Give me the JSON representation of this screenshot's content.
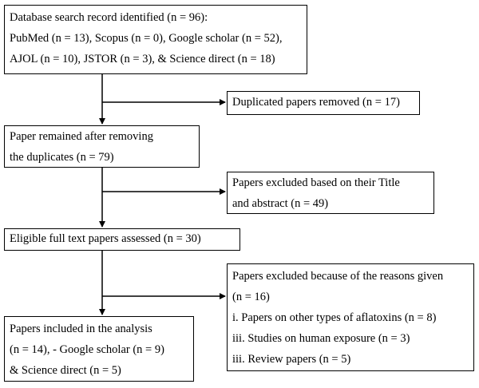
{
  "flowchart": {
    "search_box": {
      "lines": [
        "Database search record identified (n = 96):",
        "PubMed (n = 13), Scopus (n = 0), Google scholar (n = 52),",
        "AJOL (n = 10), JSTOR (n = 3), & Science direct (n = 18)"
      ]
    },
    "duplicates_box": {
      "lines": [
        "Duplicated papers removed (n = 17)"
      ]
    },
    "remained_box": {
      "lines": [
        "Paper remained after removing",
        "the duplicates (n = 79)"
      ]
    },
    "title_excluded_box": {
      "lines": [
        "Papers excluded based on their Title",
        "and abstract (n = 49)"
      ]
    },
    "eligible_box": {
      "lines": [
        "Eligible full text papers assessed (n = 30)"
      ]
    },
    "reasons_box": {
      "lines": [
        "Papers excluded because of the reasons given",
        "(n = 16)",
        "i. Papers on other types of aflatoxins (n = 8)",
        "iii. Studies on human exposure (n = 3)",
        "iii. Review papers (n = 5)"
      ]
    },
    "included_box": {
      "lines": [
        "Papers included in the analysis",
        "(n = 14), - Google scholar (n = 9)",
        "& Science direct (n = 5)"
      ]
    }
  }
}
